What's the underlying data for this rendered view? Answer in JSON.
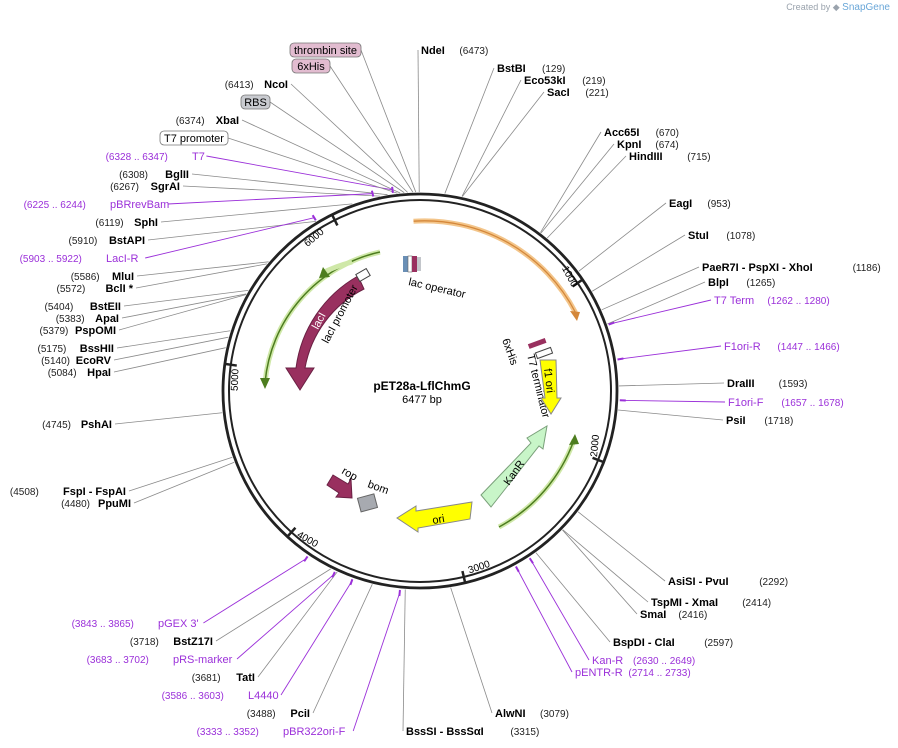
{
  "credit": {
    "prefix": "Created by",
    "brand": "SnapGene"
  },
  "plasmid": {
    "name": "pET28a-LflChmG",
    "length_label": "6477 bp",
    "length": 6477
  },
  "ticks": [
    "1000",
    "2000",
    "3000",
    "4000",
    "5000",
    "6000"
  ],
  "enzymes": [
    {
      "name": "NdeI",
      "pos": "(6473)"
    },
    {
      "name": "BstBI",
      "pos": "(129)"
    },
    {
      "name": "Eco53kI",
      "pos": "(219)"
    },
    {
      "name": "SacI",
      "pos": "(221)"
    },
    {
      "name": "Acc65I",
      "pos": "(670)"
    },
    {
      "name": "KpnI",
      "pos": "(674)"
    },
    {
      "name": "HindIII",
      "pos": "(715)"
    },
    {
      "name": "EagI",
      "pos": "(953)"
    },
    {
      "name": "StuI",
      "pos": "(1078)"
    },
    {
      "name": "PaeR7I - PspXI - XhoI",
      "pos": "(1186)"
    },
    {
      "name": "BlpI",
      "pos": "(1265)"
    },
    {
      "name": "DraIII",
      "pos": "(1593)"
    },
    {
      "name": "PsiI",
      "pos": "(1718)"
    },
    {
      "name": "AsiSI - PvuI",
      "pos": "(2292)"
    },
    {
      "name": "TspMI - XmaI",
      "pos": "(2414)"
    },
    {
      "name": "SmaI",
      "pos": "(2416)"
    },
    {
      "name": "BspDI - ClaI",
      "pos": "(2597)"
    },
    {
      "name": "AlwNI",
      "pos": "(3079)"
    },
    {
      "name": "BssSI - BssSαI",
      "pos": "(3315)"
    },
    {
      "name": "PciI",
      "pos": "(3488)"
    },
    {
      "name": "TatI",
      "pos": "(3681)"
    },
    {
      "name": "BstZ17I",
      "pos": "(3718)"
    },
    {
      "name": "FspI - FspAI",
      "pos": "(4508)"
    },
    {
      "name": "PpuMI",
      "pos": "(4480)"
    },
    {
      "name": "PshAI",
      "pos": "(4745)"
    },
    {
      "name": "HpaI",
      "pos": "(5084)"
    },
    {
      "name": "EcoRV",
      "pos": "(5140)"
    },
    {
      "name": "BssHII",
      "pos": "(5175)"
    },
    {
      "name": "PspOMI",
      "pos": "(5379)"
    },
    {
      "name": "ApaI",
      "pos": "(5383)"
    },
    {
      "name": "BstEII",
      "pos": "(5404)"
    },
    {
      "name": "BclI *",
      "pos": "(5572)"
    },
    {
      "name": "MluI",
      "pos": "(5586)"
    },
    {
      "name": "BstAPI",
      "pos": "(5910)"
    },
    {
      "name": "SphI",
      "pos": "(6119)"
    },
    {
      "name": "SgrAI",
      "pos": "(6267)"
    },
    {
      "name": "BglII",
      "pos": "(6308)"
    },
    {
      "name": "XbaI",
      "pos": "(6374)"
    },
    {
      "name": "NcoI",
      "pos": "(6413)"
    }
  ],
  "primers": [
    {
      "name": "T7 Term",
      "range": "(1262 .. 1280)"
    },
    {
      "name": "F1ori-R",
      "range": "(1447 .. 1466)"
    },
    {
      "name": "F1ori-F",
      "range": "(1657 .. 1678)"
    },
    {
      "name": "Kan-R",
      "range": "(2630 .. 2649)"
    },
    {
      "name": "pENTR-R",
      "range": "(2714 .. 2733)"
    },
    {
      "name": "pBR322ori-F",
      "range": "(3333 .. 3352)"
    },
    {
      "name": "L4440",
      "range": "(3586 .. 3603)"
    },
    {
      "name": "pRS-marker",
      "range": "(3683 .. 3702)"
    },
    {
      "name": "pGEX 3'",
      "range": "(3843 .. 3865)"
    },
    {
      "name": "LacI-R",
      "range": "(5903 .. 5922)"
    },
    {
      "name": "pBRrevBam",
      "range": "(6225 .. 6244)"
    },
    {
      "name": "T7",
      "range": "(6328 .. 6347)"
    }
  ],
  "boxed_labels": [
    "thrombin site",
    "6xHis",
    "RBS",
    "T7 promoter"
  ],
  "features": {
    "lac_operator": "lac operator",
    "laci": "lacI",
    "laci_promoter": "lacI promoter",
    "f1_ori": "f1 ori",
    "his_tag": "6xHis",
    "t7_terminator": "T7 terminator",
    "kanr": "KanR",
    "ori": "ori",
    "rop": "rop",
    "bom": "bom"
  },
  "colors": {
    "backbone": "#222222",
    "primer": "#9b30d9",
    "laci": "#99305f",
    "orf_highlight": "#f3c58a",
    "f1_ori": "#ffff00",
    "ori": "#ffff00",
    "kanr": "#c8f5c8",
    "green_arrow": "#4d7d1f",
    "bom": "#a7aab0",
    "box_pink": "#e2bcd0",
    "box_grey": "#c9cbd0"
  }
}
